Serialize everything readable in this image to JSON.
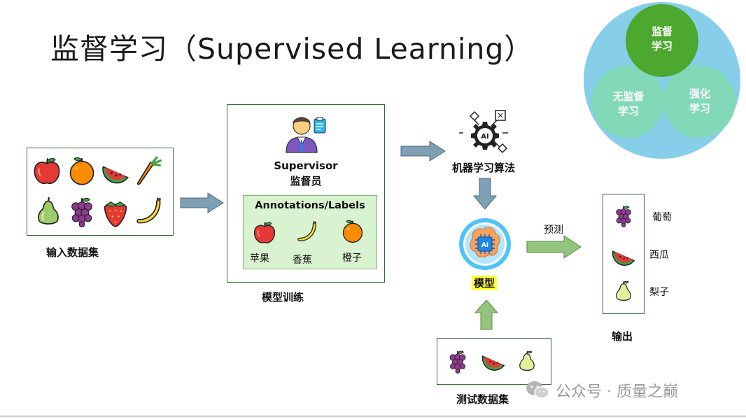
{
  "title": "监督学习（Supervised Learning）",
  "input_dataset": {
    "label": "输入数据集",
    "fruits": [
      "apple-icon",
      "orange-icon",
      "watermelon-icon",
      "carrot-icon",
      "pear-icon",
      "grapes-icon",
      "strawberry-icon",
      "banana-icon"
    ]
  },
  "training": {
    "label": "模型训练",
    "supervisor_en": "Supervisor",
    "supervisor_cn": "监督员",
    "annotations_title": "Annotations/Labels",
    "annotations": [
      {
        "icon": "apple-icon",
        "label": "苹果"
      },
      {
        "icon": "banana-icon",
        "label": "香蕉"
      },
      {
        "icon": "orange-icon",
        "label": "橙子"
      }
    ]
  },
  "algorithm": {
    "label": "机器学习算法",
    "icon_text": "AI"
  },
  "model": {
    "label": "模型",
    "icon_text": "AI"
  },
  "test_dataset": {
    "label": "测试数据集",
    "fruits": [
      "grapes-icon",
      "watermelon-icon",
      "pear-icon"
    ]
  },
  "predict_label": "预测",
  "output": {
    "label": "输出",
    "items": [
      {
        "icon": "grapes-icon",
        "label": "葡萄"
      },
      {
        "icon": "watermelon-icon",
        "label": "西瓜"
      },
      {
        "icon": "pear-icon",
        "label": "梨子"
      }
    ]
  },
  "venn": {
    "supervised": "监督\n学习",
    "unsupervised": "无监督\n学习",
    "reinforcement": "强化\n学习",
    "colors": {
      "outer": "#87ceeb",
      "supervised": "#4ca82f",
      "others": "#82d9b8"
    }
  },
  "watermark": "公众号 · 质量之巅"
}
